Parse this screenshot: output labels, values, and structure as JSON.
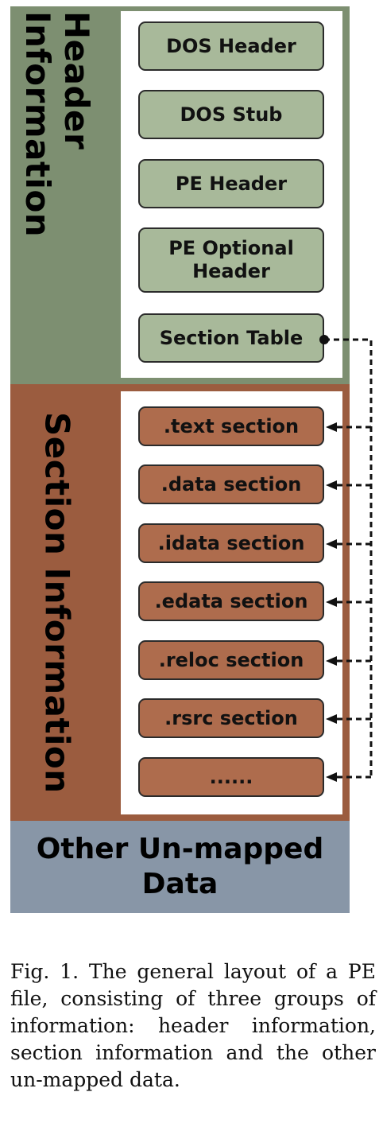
{
  "diagram": {
    "groups": {
      "header": {
        "label": "Header Information",
        "color": "#7d8f71"
      },
      "section": {
        "label": "Section Information",
        "color": "#9b5c3f"
      },
      "other": {
        "label": "Other Un-mapped Data",
        "color": "#8896a7"
      }
    },
    "header_boxes": [
      "DOS Header",
      "DOS Stub",
      "PE Header",
      "PE Optional Header",
      "Section Table"
    ],
    "section_boxes": [
      ".text section",
      ".data section",
      ".idata section",
      ".edata section",
      ".reloc section",
      ".rsrc section",
      "......"
    ]
  },
  "caption": "Fig. 1.  The general layout of a PE file, consisting of three groups of information: header information, section information and the other un-mapped data."
}
